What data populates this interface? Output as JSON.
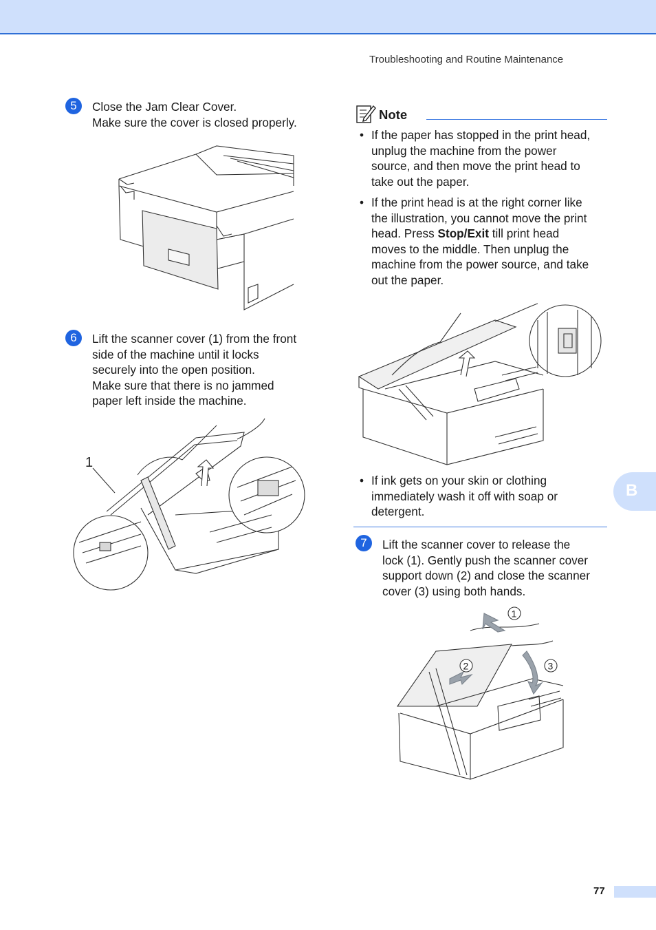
{
  "header": {
    "title": "Troubleshooting and Routine Maintenance"
  },
  "steps": [
    {
      "number": "5",
      "lines": [
        "Close the Jam Clear Cover.",
        "Make sure the cover is closed properly."
      ]
    },
    {
      "number": "6",
      "lines": [
        "Lift the scanner cover (1) from the front",
        "side of the machine until it locks",
        "securely into the open position.",
        "Make sure that there is no jammed",
        "paper left inside the machine."
      ]
    },
    {
      "number": "7",
      "lines": [
        "Lift the scanner cover to release the",
        "lock (1). Gently push the scanner cover",
        "support down (2) and close the scanner",
        "cover (3) using both hands."
      ]
    }
  ],
  "figures": {
    "fig6_callout": "1",
    "fig7_callouts": [
      "1",
      "2",
      "3"
    ]
  },
  "note": {
    "title": "Note",
    "bullet1": [
      "If the paper has stopped in the print head,",
      "unplug the machine from the power",
      "source, and then move the print head to",
      "take out the paper."
    ],
    "bullet2": {
      "line1": "If the print head is at the right corner like",
      "line2": "the illustration, you cannot move the print",
      "line3_pre": "head. Press ",
      "line3_bold": "Stop/Exit",
      "line3_post": " till print head",
      "rest": [
        "moves to the middle. Then unplug the",
        "machine from the power source, and take",
        "out the paper."
      ]
    },
    "bullet3": [
      "If ink gets on your skin or clothing",
      "immediately wash it off with soap or",
      "detergent."
    ],
    "bullet_glyph": "•"
  },
  "side_tab": {
    "label": "B"
  },
  "footer": {
    "page_number": "77"
  },
  "colors": {
    "accent": "#1f64e0",
    "band": "#cfe0fc",
    "rule": "#3d7ae2"
  }
}
